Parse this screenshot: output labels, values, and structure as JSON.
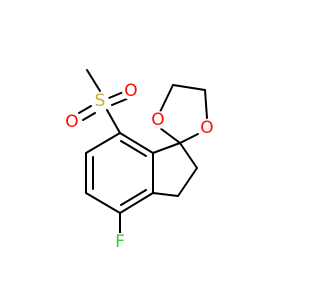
{
  "atoms": {
    "s": {
      "text": "S",
      "color": "#ccae33"
    },
    "o_s1": {
      "text": "O",
      "color": "#ff0d0d"
    },
    "o_s2": {
      "text": "O",
      "color": "#ff0d0d"
    },
    "o_ring1": {
      "text": "O",
      "color": "#ff0d0d"
    },
    "o_ring2": {
      "text": "O",
      "color": "#ff0d0d"
    },
    "f": {
      "text": "F",
      "color": "#33cc33"
    }
  }
}
